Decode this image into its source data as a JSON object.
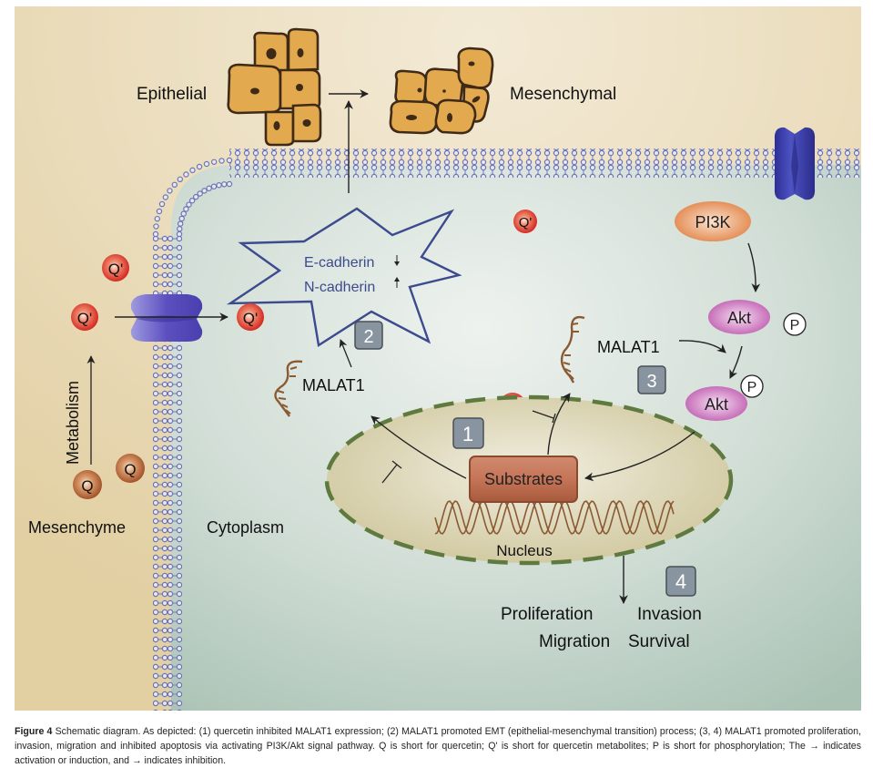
{
  "figure": {
    "regions": {
      "extracellular": "Mesenchyme",
      "intracellular": "Cytoplasm",
      "nucleus": "Nucleus"
    },
    "emt": {
      "from": "Epithelial",
      "to": "Mesenchymal"
    },
    "metabolism_label": "Metabolism",
    "molecules": {
      "quercetin": "Q",
      "metabolite": "Q'",
      "phosphate": "P"
    },
    "cadherin": {
      "e_cadherin": "E-cadherin",
      "e_cadherin_direction": "down",
      "n_cadherin": "N-cadherin",
      "n_cadherin_direction": "up"
    },
    "malat1_label": "MALAT1",
    "pi3k_label": "PI3K",
    "akt_label": "Akt",
    "substrates_label": "Substrates",
    "steps": [
      "1",
      "2",
      "3",
      "4"
    ],
    "outcomes": [
      "Proliferation",
      "Invasion",
      "Migration",
      "Survival"
    ],
    "colors": {
      "extracellular_bg": "#e6d5ae",
      "cytoplasm_bg": "#b7ccc0",
      "membrane": "#6c74b4",
      "channel": "#3a3f9e",
      "cell": "#e3a94e",
      "cell_outline": "#3e2a17",
      "q_metabolite": "#d9302a",
      "q_quercetin": "#a8572d",
      "nucleus_fill": "#d8d2ad",
      "nucleus_border": "#5e7a3e",
      "step_box": "#8894a0",
      "pi3k": "#e38a4f",
      "akt": "#c25fb4",
      "substrates": "#b8674a",
      "star": "#3c4a8e"
    }
  },
  "caption": {
    "label": "Figure 4",
    "text": "Schematic diagram. As depicted: (1) quercetin inhibited MALAT1 expression; (2) MALAT1 promoted EMT (epithelial-mesenchymal transition) process; (3, 4) MALAT1 promoted proliferation, invasion, migration and inhibited apoptosis via activating PI3K/Akt signal pathway. Q is short for quercetin; Q' is short for quercetin metabolites; P is short for phosphorylation; The → indicates activation or induction, and → indicates inhibition."
  }
}
